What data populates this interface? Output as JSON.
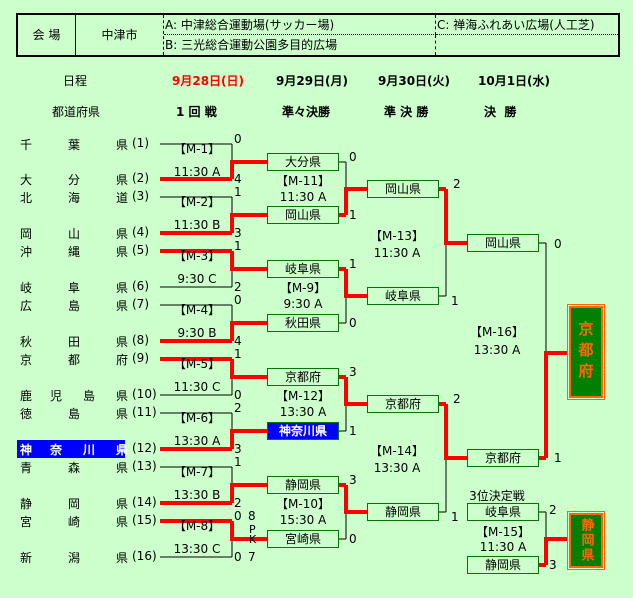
{
  "venue": {
    "label": "会 場",
    "city": "中津市",
    "site_a": "A: 中津総合運動場(サッカー場)",
    "site_b": "B: 三光総合運動公園多目的広場",
    "site_c": "C: 禅海ふれあい広場(人工芝)"
  },
  "schedule": {
    "label": "日程",
    "dates": [
      "9月28日(日)",
      "9月29日(月)",
      "9月30日(火)",
      "10月1日(水)"
    ],
    "highlight_color": "#ff0000"
  },
  "rounds": {
    "label": "都道府県",
    "names": [
      "1 回 戦",
      "準々決勝",
      "準 決 勝",
      "決  勝"
    ]
  },
  "teams": [
    {
      "chars": [
        "千",
        "葉",
        "県"
      ],
      "seed": "(1)"
    },
    {
      "chars": [
        "大",
        "分",
        "県"
      ],
      "seed": "(2)"
    },
    {
      "chars": [
        "北",
        "海",
        "道"
      ],
      "seed": "(3)"
    },
    {
      "chars": [
        "岡",
        "山",
        "県"
      ],
      "seed": "(4)"
    },
    {
      "chars": [
        "沖",
        "縄",
        "県"
      ],
      "seed": "(5)"
    },
    {
      "chars": [
        "岐",
        "阜",
        "県"
      ],
      "seed": "(6)"
    },
    {
      "chars": [
        "広",
        "島",
        "県"
      ],
      "seed": "(7)"
    },
    {
      "chars": [
        "秋",
        "田",
        "県"
      ],
      "seed": "(8)"
    },
    {
      "chars": [
        "京",
        "都",
        "府"
      ],
      "seed": "(9)"
    },
    {
      "chars": [
        "鹿",
        "児",
        "島",
        "県"
      ],
      "seed": "(10)"
    },
    {
      "chars": [
        "徳",
        "島",
        "県"
      ],
      "seed": "(11)"
    },
    {
      "chars": [
        "神",
        "奈",
        "川",
        "県"
      ],
      "seed": "(12)",
      "highlight": true
    },
    {
      "chars": [
        "青",
        "森",
        "県"
      ],
      "seed": "(13)"
    },
    {
      "chars": [
        "静",
        "岡",
        "県"
      ],
      "seed": "(14)"
    },
    {
      "chars": [
        "宮",
        "崎",
        "県"
      ],
      "seed": "(15)"
    },
    {
      "chars": [
        "新",
        "潟",
        "県"
      ],
      "seed": "(16)"
    }
  ],
  "round1": [
    {
      "id": "【M-1】",
      "time": "11:30 A",
      "scores": [
        "0",
        "4"
      ],
      "winner": 1,
      "advance": "大分県"
    },
    {
      "id": "【M-2】",
      "time": "11:30 B",
      "scores": [
        "1",
        "3"
      ],
      "winner": 1,
      "advance": "岡山県"
    },
    {
      "id": "【M-3】",
      "time": "9:30 C",
      "scores": [
        "1",
        "2"
      ],
      "winner": 0,
      "advance": "岐阜県"
    },
    {
      "id": "【M-4】",
      "time": "9:30 B",
      "scores": [
        "0",
        "4"
      ],
      "winner": 1,
      "advance": "秋田県"
    },
    {
      "id": "【M-5】",
      "time": "11:30 C",
      "scores": [
        "1",
        "0"
      ],
      "winner": 0,
      "advance": "京都府"
    },
    {
      "id": "【M-6】",
      "time": "13:30 A",
      "scores": [
        "2",
        "3"
      ],
      "winner": 1,
      "advance": "神奈川県",
      "advance_highlight": true
    },
    {
      "id": "【M-7】",
      "time": "13:30 B",
      "scores": [
        "1",
        "2"
      ],
      "winner": 1,
      "advance": "静岡県"
    },
    {
      "id": "【M-8】",
      "time": "13:30 C",
      "scores": [
        "0",
        "0"
      ],
      "pk": [
        "8",
        "7"
      ],
      "pk_label": "PK",
      "winner": 0,
      "advance": "宮崎県"
    }
  ],
  "round2": [
    {
      "id": "【M-11】",
      "time": "11:30 A",
      "scores": [
        "0",
        "1"
      ],
      "winner": 1,
      "advance": "岡山県"
    },
    {
      "id": "【M-9】",
      "time": "9:30 A",
      "scores": [
        "1",
        "0"
      ],
      "winner": 0,
      "advance": "岐阜県"
    },
    {
      "id": "【M-12】",
      "time": "13:30 A",
      "scores": [
        "3",
        "1"
      ],
      "winner": 0,
      "advance": "京都府"
    },
    {
      "id": "【M-10】",
      "time": "15:30 A",
      "scores": [
        "3",
        "0"
      ],
      "winner": 0,
      "advance": "静岡県"
    }
  ],
  "semis": [
    {
      "id": "【M-13】",
      "time": "11:30 A",
      "scores": [
        "2",
        "1"
      ],
      "winner": 0,
      "advance": "岡山県"
    },
    {
      "id": "【M-14】",
      "time": "13:30 A",
      "scores": [
        "2",
        "1"
      ],
      "winner": 0,
      "advance": "京都府"
    }
  ],
  "final": {
    "id": "【M-16】",
    "time": "13:30 A",
    "scores": [
      "0",
      "1"
    ],
    "winner": 1,
    "champion": "京都府"
  },
  "third_place": {
    "label": "3位決定戦",
    "id": "【M-15】",
    "time": "11:30 A",
    "teams": [
      "岐阜県",
      "静岡県"
    ],
    "scores": [
      "2",
      "3"
    ],
    "winner": 1,
    "champion": "静岡県"
  },
  "colors": {
    "background": "#ccffcc",
    "win_line": "#ff0000",
    "box_border": "#007700",
    "highlight": "#0000ff",
    "champion_bg": "#008000",
    "champion_text": "#ff6600"
  }
}
